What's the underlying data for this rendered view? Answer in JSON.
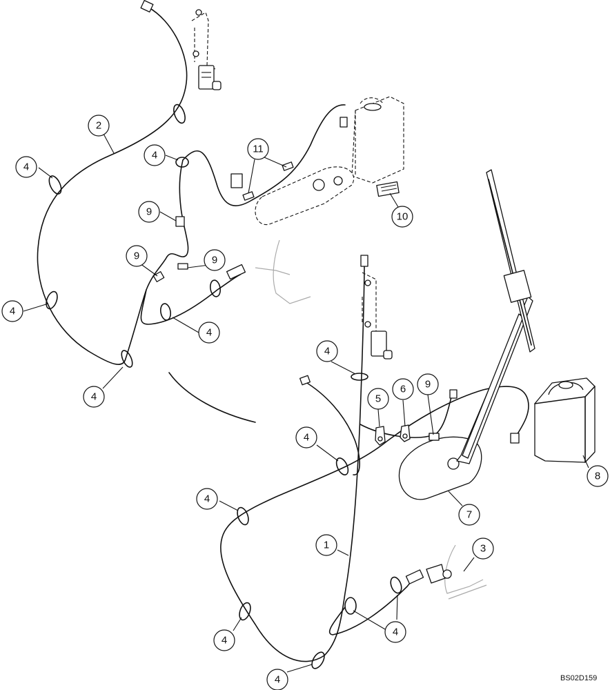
{
  "drawing_code": "BS02D159",
  "callouts": [
    {
      "label": "2"
    },
    {
      "label": "4"
    },
    {
      "label": "11"
    },
    {
      "label": "4"
    },
    {
      "label": "10"
    },
    {
      "label": "9"
    },
    {
      "label": "9"
    },
    {
      "label": "9"
    },
    {
      "label": "4"
    },
    {
      "label": "4"
    },
    {
      "label": "4"
    },
    {
      "label": "4"
    },
    {
      "label": "5"
    },
    {
      "label": "6"
    },
    {
      "label": "9"
    },
    {
      "label": "4"
    },
    {
      "label": "8"
    },
    {
      "label": "4"
    },
    {
      "label": "7"
    },
    {
      "label": "1"
    },
    {
      "label": "3"
    },
    {
      "label": "4"
    },
    {
      "label": "4"
    },
    {
      "label": "4"
    }
  ]
}
